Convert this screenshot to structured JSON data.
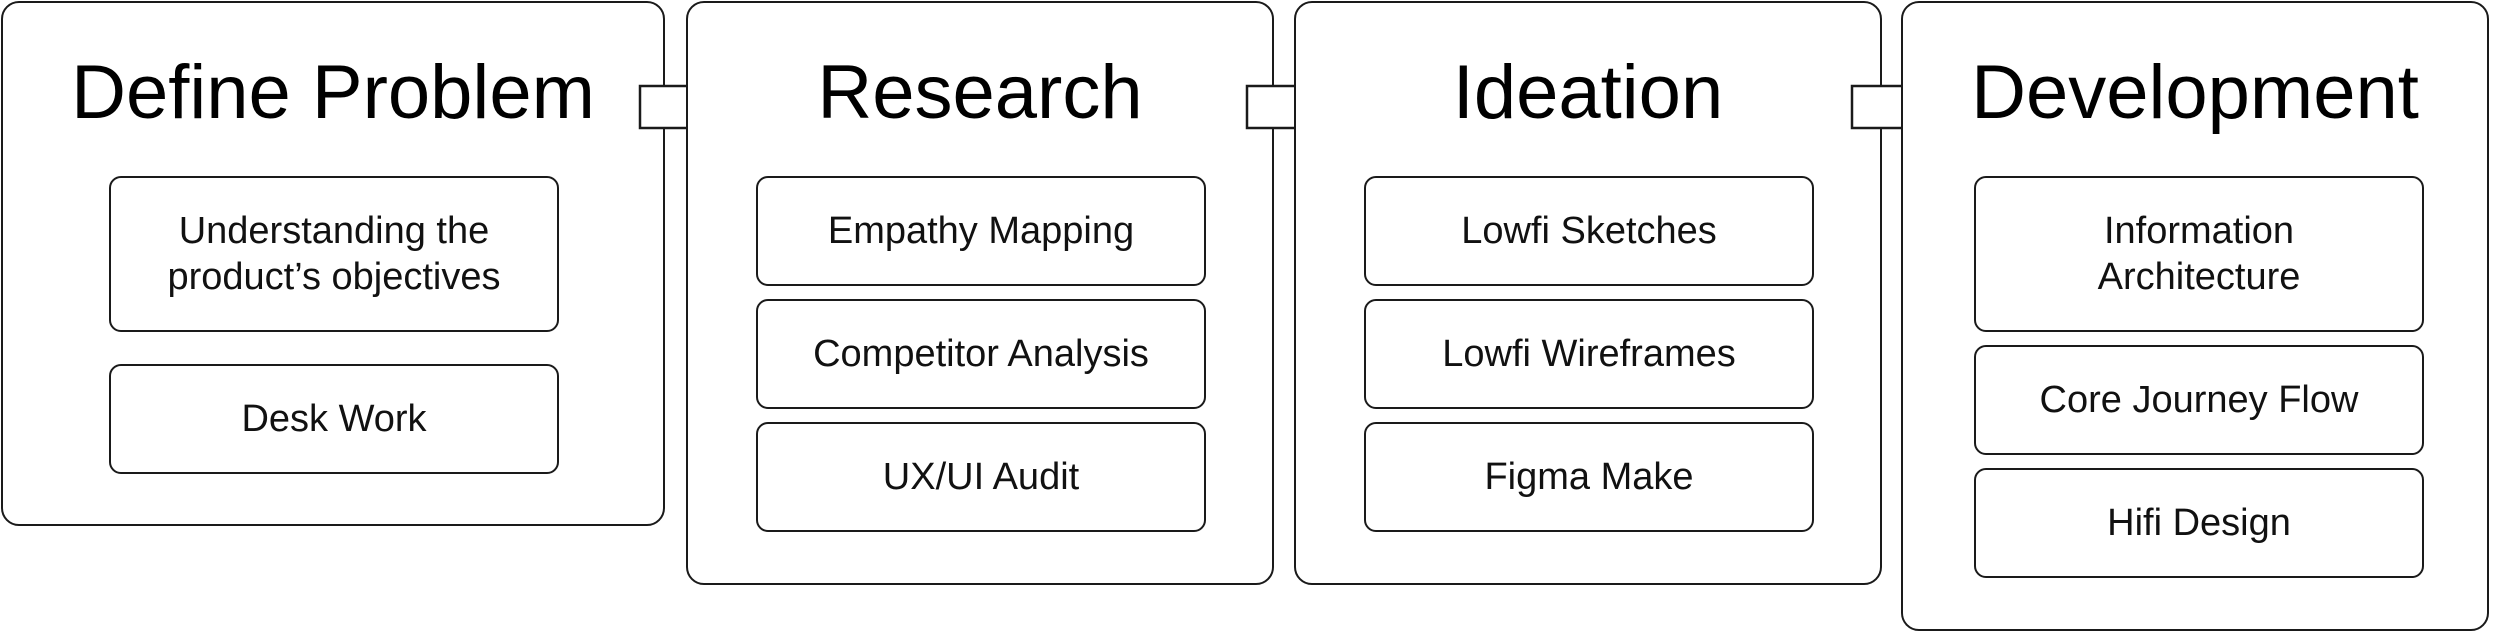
{
  "stages": [
    {
      "title": "Define Problem",
      "steps": [
        "Understanding the\nproduct’s objectives",
        "Desk Work"
      ]
    },
    {
      "title": "Research",
      "steps": [
        "Empathy Mapping",
        "Competitor Analysis",
        "UX/UI Audit"
      ]
    },
    {
      "title": "Ideation",
      "steps": [
        "Lowfi Sketches",
        "Lowfi Wireframes",
        "Figma Make"
      ]
    },
    {
      "title": "Development",
      "steps": [
        "Information\nArchitecture",
        "Core Journey Flow",
        "Hifi Design"
      ]
    }
  ],
  "colors": {
    "stroke": "#1a1a1a",
    "fill": "#ffffff",
    "text": "#111111"
  },
  "connector_icon": "right-arrow-icon"
}
